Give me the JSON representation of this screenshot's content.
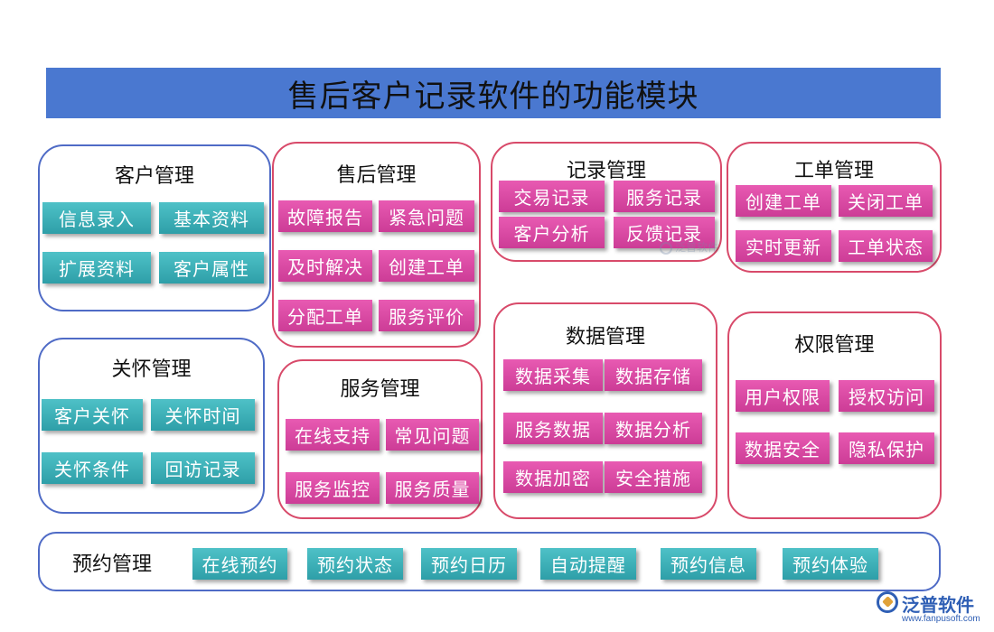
{
  "title": "售后客户记录软件的功能模块",
  "groups": {
    "customer": {
      "title": "客户管理",
      "items": [
        "信息录入",
        "基本资料",
        "扩展资料",
        "客户属性"
      ]
    },
    "after_sales": {
      "title": "售后管理",
      "items": [
        "故障报告",
        "紧急问题",
        "及时解决",
        "创建工单",
        "分配工单",
        "服务评价"
      ]
    },
    "records": {
      "title": "记录管理",
      "items": [
        "交易记录",
        "服务记录",
        "客户分析",
        "反馈记录"
      ]
    },
    "work_orders": {
      "title": "工单管理",
      "items": [
        "创建工单",
        "关闭工单",
        "实时更新",
        "工单状态"
      ]
    },
    "care": {
      "title": "关怀管理",
      "items": [
        "客户关怀",
        "关怀时间",
        "关怀条件",
        "回访记录"
      ]
    },
    "service": {
      "title": "服务管理",
      "items": [
        "在线支持",
        "常见问题",
        "服务监控",
        "服务质量"
      ]
    },
    "data": {
      "title": "数据管理",
      "items": [
        "数据采集",
        "数据存储",
        "服务数据",
        "数据分析",
        "数据加密",
        "安全措施"
      ]
    },
    "permissions": {
      "title": "权限管理",
      "items": [
        "用户权限",
        "授权访问",
        "数据安全",
        "隐私保护"
      ]
    },
    "booking": {
      "title": "预约管理",
      "items": [
        "在线预约",
        "预约状态",
        "预约日历",
        "自动提醒",
        "预约信息",
        "预约体验"
      ]
    }
  },
  "watermark": {
    "text": "泛普软件"
  },
  "logo": {
    "name": "泛普软件",
    "url": "www.fanpusoft.com"
  },
  "colors": {
    "banner": "#4a78d0",
    "teal": "#3bb0b8",
    "pink": "#dd4aa6",
    "blue_border": "#4f6bc6",
    "red_border": "#d84a6a"
  }
}
